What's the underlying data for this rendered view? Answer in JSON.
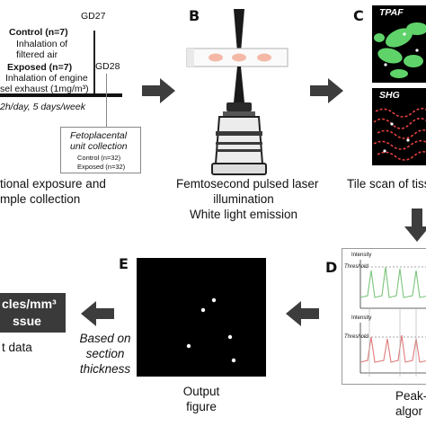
{
  "panels": {
    "a": {
      "gd27": "GD27",
      "gd28": "GD28",
      "control_title": "Control (n=7)",
      "control_desc_1": "Inhalation of",
      "control_desc_2": "filtered air",
      "exposed_title": "Exposed (n=7)",
      "exposed_desc_1": "Inhalation of engine",
      "exposed_desc_2": "sel exhaust (1mg/m³)",
      "schedule": "2h/day, 5 days/week",
      "fetoplacental_title_1": "Fetoplacental",
      "fetoplacental_title_2": "unit collection",
      "fetoplacental_control": "Control (n=32)",
      "fetoplacental_exposed": "Exposed (n=32)",
      "caption_1": "tional exposure and",
      "caption_2": "mple collection"
    },
    "b": {
      "letter": "B",
      "caption_1": "Femtosecond pulsed laser",
      "caption_2": "illumination",
      "caption_3": "White light emission"
    },
    "c": {
      "letter": "C",
      "tpaf_label": "TPAF",
      "shg_label": "SHG",
      "caption": "Tile scan of tiss"
    },
    "d": {
      "letter": "D",
      "intensity_1": "Intensity",
      "threshold_1": "Threshold",
      "intensity_2": "Intensity",
      "threshold_2": "Threshold",
      "caption_1": "Peak-",
      "caption_2": "algor"
    },
    "e": {
      "letter": "E",
      "caption_1": "Output",
      "caption_2": "figure"
    },
    "f": {
      "box_line_1": "cles/mm³",
      "box_line_2": "ssue",
      "based_1": "Based on",
      "based_2": "section",
      "based_3": "thickness",
      "caption": "t data"
    }
  },
  "colors": {
    "green": "#5fd36a",
    "red": "#e04040",
    "dark_box": "#3a3a3a",
    "arrow": "#3d3d3d"
  }
}
